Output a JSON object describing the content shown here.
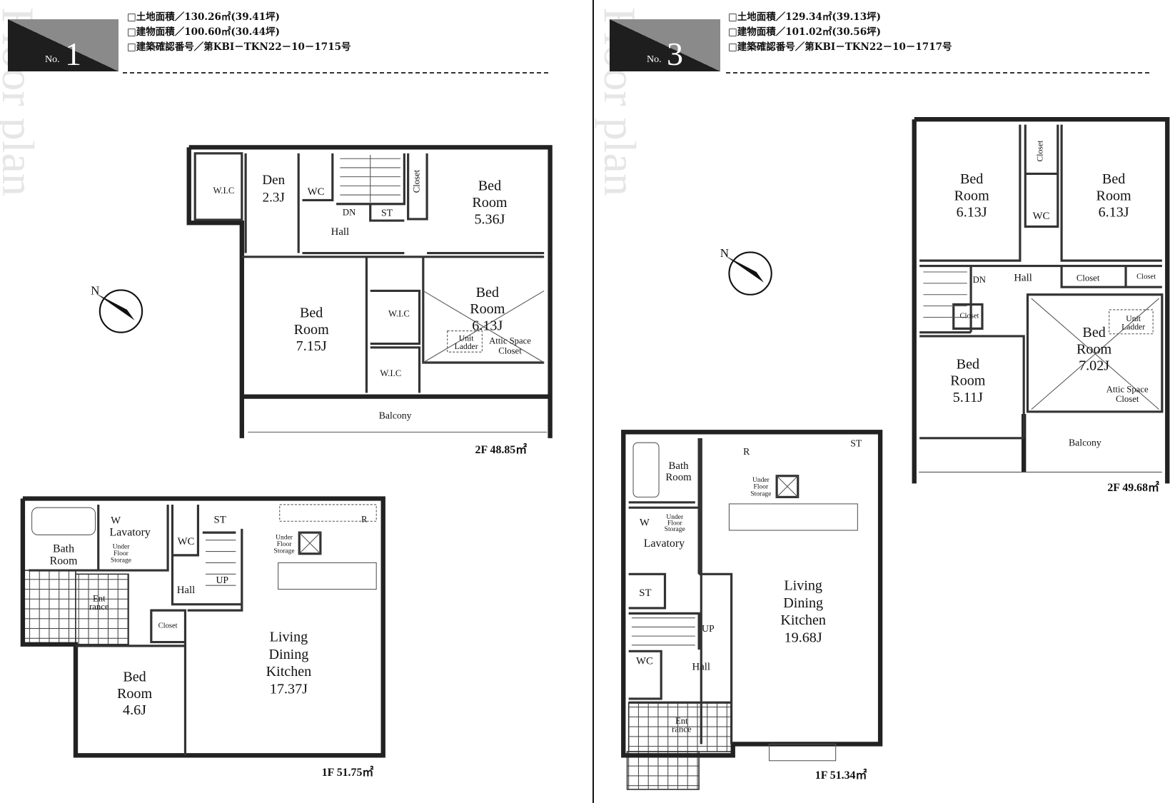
{
  "watermark": "Floor plan",
  "compass_label": "N",
  "plans": [
    {
      "no_label": "No.",
      "number": "1",
      "specs": [
        "□土地面積／130.26㎡(39.41坪)",
        "□建物面積／100.60㎡(30.44坪)",
        "□建築確認番号／第KBI－TKN22－10－1715号"
      ],
      "floors": [
        {
          "area": "2F 48.85㎡",
          "rooms": [
            {
              "lines": [
                "W.I.C"
              ]
            },
            {
              "lines": [
                "Den",
                "2.3J"
              ]
            },
            {
              "lines": [
                "WC"
              ]
            },
            {
              "lines": [
                "DN"
              ]
            },
            {
              "lines": [
                "ST"
              ]
            },
            {
              "lines": [
                "Hall"
              ]
            },
            {
              "lines": [
                "Closet"
              ]
            },
            {
              "lines": [
                "Bed",
                "Room",
                "5.36J"
              ]
            },
            {
              "lines": [
                "Bed",
                "Room",
                "7.15J"
              ]
            },
            {
              "lines": [
                "W.I.C"
              ]
            },
            {
              "lines": [
                "Bed",
                "Room",
                "6.13J"
              ]
            },
            {
              "lines": [
                "Unit",
                "Ladder"
              ]
            },
            {
              "lines": [
                "Attic Space",
                "Closet"
              ]
            },
            {
              "lines": [
                "W.I.C"
              ]
            },
            {
              "lines": [
                "Balcony"
              ]
            }
          ]
        },
        {
          "area": "1F 51.75㎡",
          "rooms": [
            {
              "lines": [
                "Bath",
                "Room"
              ]
            },
            {
              "lines": [
                "W"
              ]
            },
            {
              "lines": [
                "Lavatory"
              ]
            },
            {
              "lines": [
                "Under",
                "Floor",
                "Storage"
              ]
            },
            {
              "lines": [
                "WC"
              ]
            },
            {
              "lines": [
                "ST"
              ]
            },
            {
              "lines": [
                "UP"
              ]
            },
            {
              "lines": [
                "Hall"
              ]
            },
            {
              "lines": [
                "Ent",
                "rance"
              ]
            },
            {
              "lines": [
                "Closet"
              ]
            },
            {
              "lines": [
                "Bed",
                "Room",
                "4.6J"
              ]
            },
            {
              "lines": [
                "Under",
                "Floor",
                "Storage"
              ]
            },
            {
              "lines": [
                "R"
              ]
            },
            {
              "lines": [
                "Living",
                "Dining",
                "Kitchen",
                "17.37J"
              ]
            }
          ]
        }
      ]
    },
    {
      "no_label": "No.",
      "number": "3",
      "specs": [
        "□土地面積／129.34㎡(39.13坪)",
        "□建物面積／101.02㎡(30.56坪)",
        "□建築確認番号／第KBI－TKN22－10－1717号"
      ],
      "floors": [
        {
          "area": "2F 49.68㎡",
          "rooms": [
            {
              "lines": [
                "Bed",
                "Room",
                "6.13J"
              ]
            },
            {
              "lines": [
                "Closet"
              ]
            },
            {
              "lines": [
                "WC"
              ]
            },
            {
              "lines": [
                "Bed",
                "Room",
                "6.13J"
              ]
            },
            {
              "lines": [
                "DN"
              ]
            },
            {
              "lines": [
                "Hall"
              ]
            },
            {
              "lines": [
                "Closet"
              ]
            },
            {
              "lines": [
                "Closet"
              ]
            },
            {
              "lines": [
                "Closet"
              ]
            },
            {
              "lines": [
                "Bed",
                "Room",
                "5.11J"
              ]
            },
            {
              "lines": [
                "Unit",
                "Ladder"
              ]
            },
            {
              "lines": [
                "Bed",
                "Room",
                "7.02J"
              ]
            },
            {
              "lines": [
                "Attic Space",
                "Closet"
              ]
            },
            {
              "lines": [
                "Balcony"
              ]
            }
          ]
        },
        {
          "area": "1F 51.34㎡",
          "rooms": [
            {
              "lines": [
                "Bath",
                "Room"
              ]
            },
            {
              "lines": [
                "W"
              ]
            },
            {
              "lines": [
                "Under",
                "Floor",
                "Storage"
              ]
            },
            {
              "lines": [
                "Lavatory"
              ]
            },
            {
              "lines": [
                "ST"
              ]
            },
            {
              "lines": [
                "UP"
              ]
            },
            {
              "lines": [
                "WC"
              ]
            },
            {
              "lines": [
                "Hall"
              ]
            },
            {
              "lines": [
                "Ent",
                "rance"
              ]
            },
            {
              "lines": [
                "R"
              ]
            },
            {
              "lines": [
                "ST"
              ]
            },
            {
              "lines": [
                "Under",
                "Floor",
                "Storage"
              ]
            },
            {
              "lines": [
                "Living",
                "Dining",
                "Kitchen",
                "19.68J"
              ]
            }
          ]
        }
      ]
    }
  ]
}
